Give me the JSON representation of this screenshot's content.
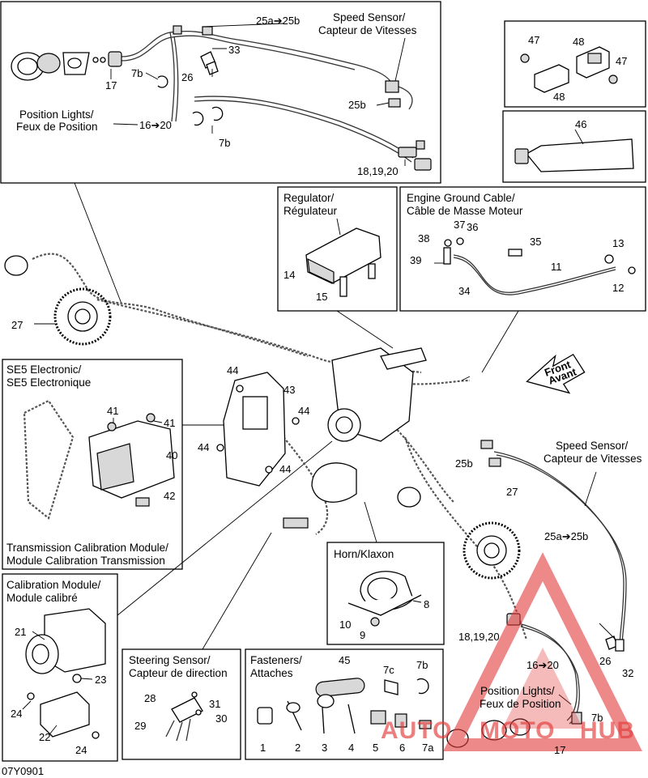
{
  "doc_code": "07Y0901",
  "watermark": {
    "brand_left": "AUTO",
    "brand_mid": "MOTO",
    "brand_right": "HUB"
  },
  "front_arrow": {
    "line1": "Front",
    "line2": "Avant"
  },
  "boxes": {
    "speed_sensor_top": {
      "title1": "Speed Sensor/",
      "title2": "Capteur de Vitesses"
    },
    "position_lights_top": {
      "title1": "Position Lights/",
      "title2": "Feux de Position"
    },
    "regulator": {
      "title1": "Regulator/",
      "title2": "Régulateur"
    },
    "engine_ground": {
      "title1": "Engine Ground Cable/",
      "title2": "Câble de Masse Moteur"
    },
    "se5": {
      "title1": "SE5 Electronic/",
      "title2": "SE5 Electronique",
      "footer1": "Transmission Calibration Module/",
      "footer2": "Module Calibration Transmission"
    },
    "calibration": {
      "title1": "Calibration Module/",
      "title2": "Module calibré"
    },
    "horn": {
      "title": "Horn/Klaxon"
    },
    "steering": {
      "title1": "Steering Sensor/",
      "title2": "Capteur de direction"
    },
    "fasteners": {
      "title1": "Fasteners/",
      "title2": "Attaches"
    },
    "speed_sensor_right": {
      "title1": "Speed Sensor/",
      "title2": "Capteur de Vitesses"
    },
    "position_lights_right": {
      "title1": "Position Lights/",
      "title2": "Feux de Position"
    }
  },
  "labels": {
    "p25a25b_top": "25a➔25b",
    "p33": "33",
    "p17_top": "17",
    "p7b_top1": "7b",
    "p26_top": "26",
    "p25b_top": "25b",
    "p16_20_top": "16➔20",
    "p7b_top2": "7b",
    "p18_19_20_top": "18,19,20",
    "p47a": "47",
    "p48a": "48",
    "p47b": "47",
    "p48b": "48",
    "p46": "46",
    "p14": "14",
    "p15": "15",
    "p37": "37",
    "p36": "36",
    "p38": "38",
    "p35": "35",
    "p13": "13",
    "p39": "39",
    "p11": "11",
    "p34": "34",
    "p12": "12",
    "p27_left": "27",
    "p44a": "44",
    "p43": "43",
    "p44b": "44",
    "p44c": "44",
    "p44d": "44",
    "p41a": "41",
    "p41b": "41",
    "p40": "40",
    "p42": "42",
    "p25b_right": "25b",
    "p27_right": "27",
    "p25a25b_right": "25a➔25b",
    "p8": "8",
    "p10": "10",
    "p9": "9",
    "p21": "21",
    "p23": "23",
    "p24a": "24",
    "p22": "22",
    "p24b": "24",
    "p28": "28",
    "p31": "31",
    "p30": "30",
    "p29": "29",
    "p45": "45",
    "p7c": "7c",
    "p7b_f": "7b",
    "f1": "1",
    "f2": "2",
    "f3": "3",
    "f4": "4",
    "f5": "5",
    "f6": "6",
    "f7a": "7a",
    "p18_19_20_right": "18,19,20",
    "p16_20_right": "16➔20",
    "p26_right": "26",
    "p32": "32",
    "p7b_right": "7b",
    "p17_right": "17"
  },
  "colors": {
    "watermark": "#e23a3a"
  }
}
